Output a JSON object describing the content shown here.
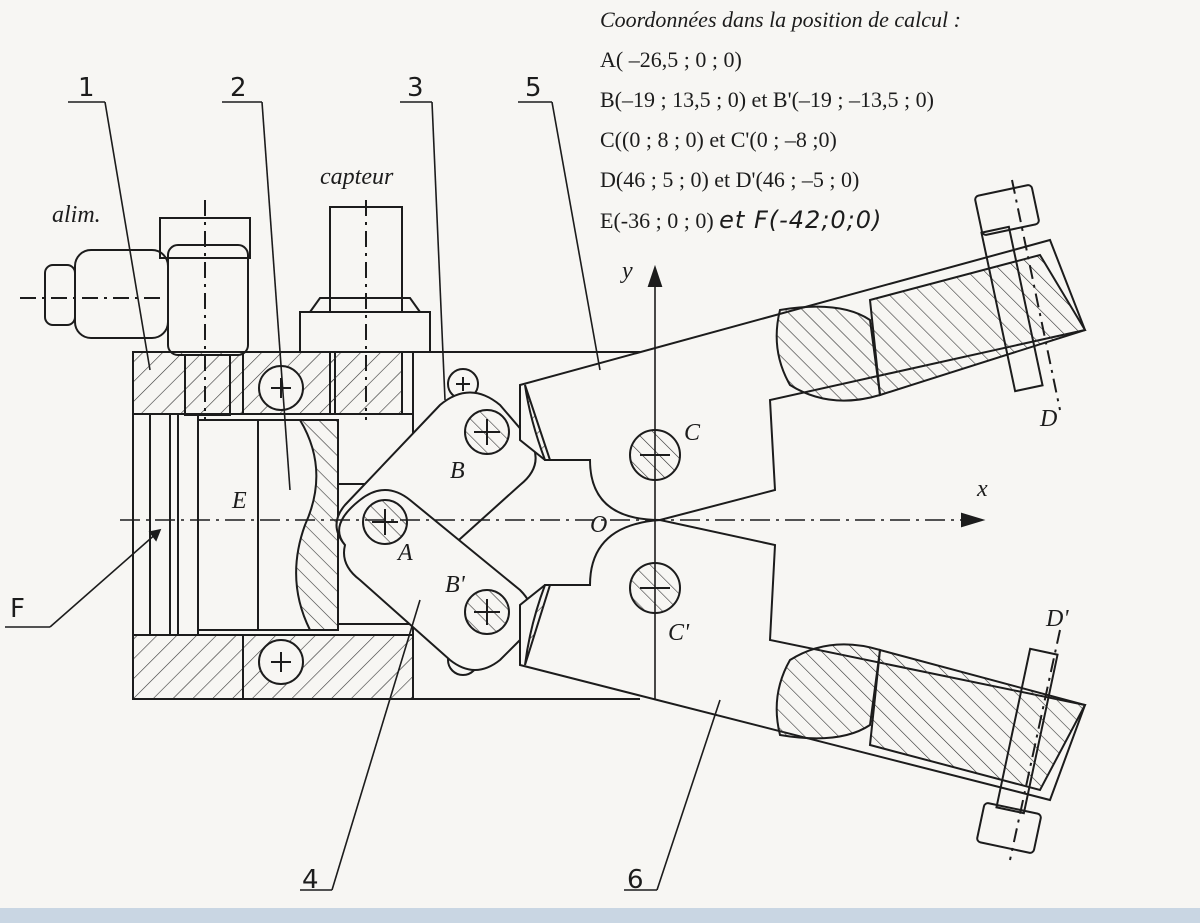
{
  "coordinates": {
    "heading": "Coordonnées dans la position de calcul :",
    "lines": [
      "A( –26,5 ; 0 ; 0)",
      "B(–19 ; 13,5 ; 0) et B'(–19 ; –13,5 ; 0)",
      "C((0 ; 8 ; 0) et C'(0 ; –8 ;0)",
      "D(46 ; 5 ; 0) et D'(46 ; –5 ; 0)",
      "E(-36 ; 0 ; 0)"
    ],
    "handwritten": "et F(-42;0;0)"
  },
  "part_numbers": {
    "p1": "1",
    "p2": "2",
    "p3": "3",
    "p4": "4",
    "p5": "5",
    "p6": "6"
  },
  "labels": {
    "alim": "alim.",
    "capteur": "capteur",
    "F": "F",
    "A": "A",
    "B": "B",
    "B_prime": "B'",
    "C": "C",
    "C_prime": "C'",
    "D": "D",
    "D_prime": "D'",
    "E": "E",
    "O": "O",
    "x_axis": "x",
    "y_axis": "y"
  }
}
